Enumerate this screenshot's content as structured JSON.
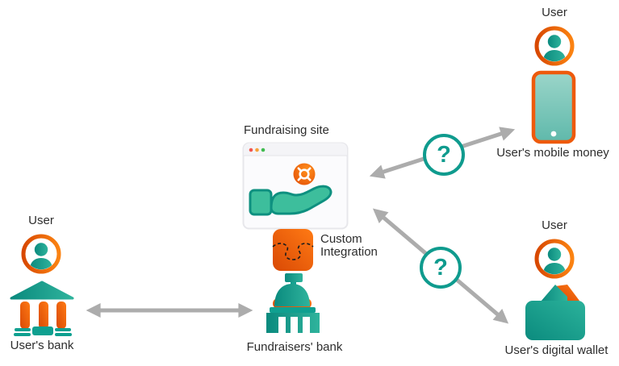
{
  "labels": {
    "user_top": "User",
    "mobile_money": "User's mobile money",
    "fundraising_site": "Fundraising site",
    "custom_integration": "Custom Integration",
    "fundraisers_bank": "Fundraisers' bank",
    "user_left": "User",
    "users_bank": "User's bank",
    "user_wallet": "User",
    "digital_wallet": "User's digital wallet"
  },
  "connectors": {
    "question_1": "?",
    "question_2": "?"
  },
  "colors": {
    "teal": "#0D9488",
    "teal_light": "#2FB39C",
    "orange": "#E8500C",
    "orange_bright": "#FB8312",
    "arrow_gray": "#ACACAC",
    "text": "#2D2D2D",
    "window_dot_red": "#F2564D",
    "window_dot_orange": "#F7A23B",
    "window_dot_green": "#3FBB4E"
  },
  "icons": {
    "avatar": "user-avatar-icon",
    "phone": "smartphone-icon",
    "browser": "browser-window-icon",
    "badge": "currency-badge-icon",
    "hand": "giving-hand-icon",
    "puzzle": "puzzle-piece-icon",
    "capitol": "capitol-bank-icon",
    "bank": "bank-columns-icon",
    "wallet": "wallet-icon",
    "question": "question-mark-badge",
    "arrow": "double-headed-arrow"
  }
}
